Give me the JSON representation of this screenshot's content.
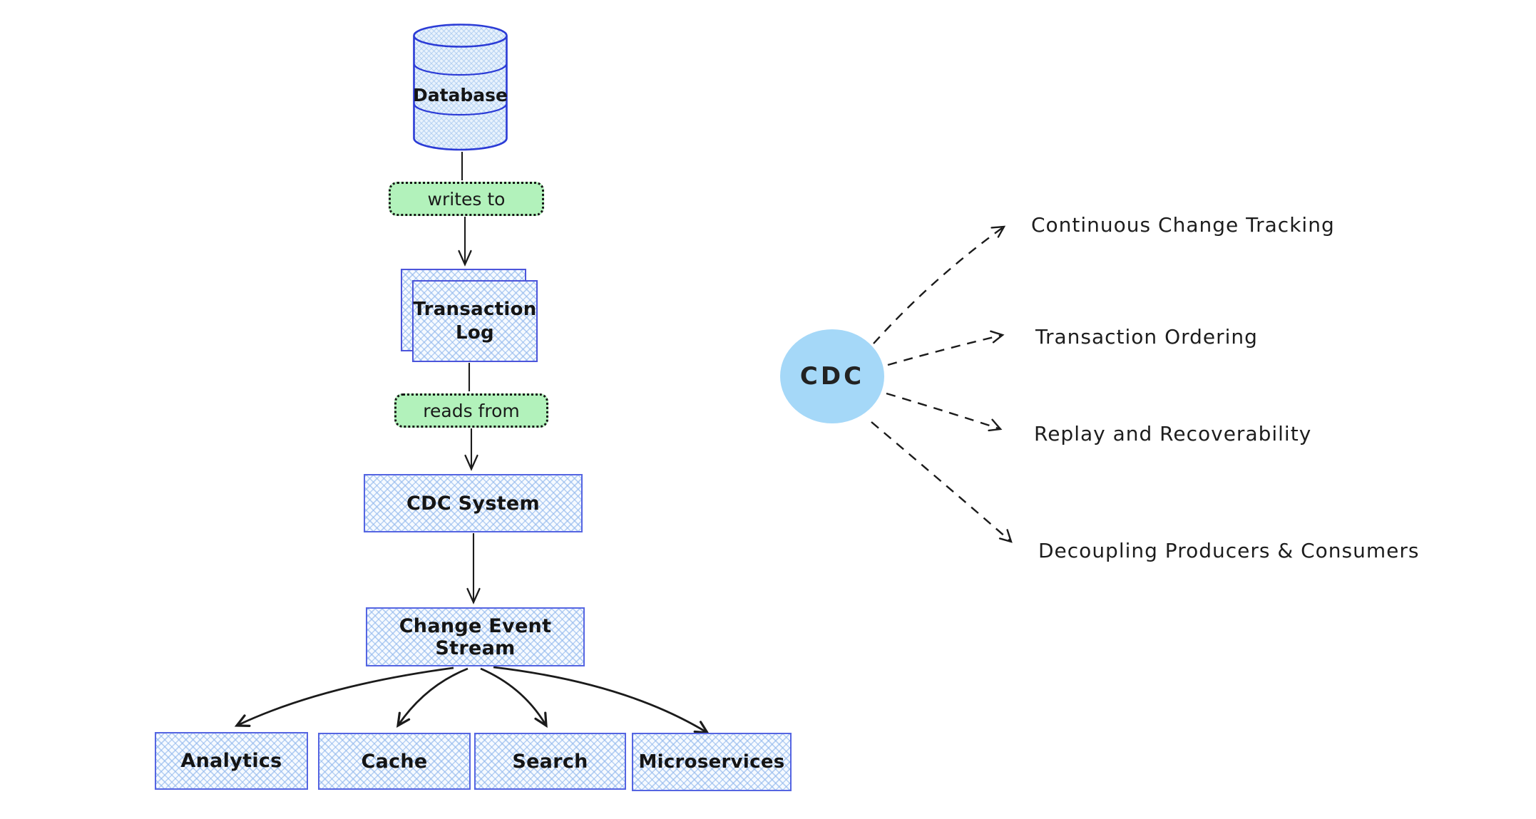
{
  "flow": {
    "database": "Database",
    "writes_to": "writes to",
    "transaction_log": "Transaction Log",
    "reads_from": "reads from",
    "cdc_system": "CDC System",
    "change_event_stream": "Change Event Stream",
    "consumers": [
      "Analytics",
      "Cache",
      "Search",
      "Microservices"
    ]
  },
  "benefits": {
    "hub": "CDC",
    "items": [
      "Continuous Change Tracking",
      "Transaction Ordering",
      "Replay and Recoverability",
      "Decoupling Producers & Consumers"
    ]
  },
  "colors": {
    "ink": "#1b1b1b",
    "node_stroke": "#5565e2",
    "cylinder_stroke": "#2b3bd6",
    "hatch_line": "#8fb6ec",
    "node_base": "#f6faff",
    "edge_label_fill": "#b2f2bb",
    "edge_label_border": "#151515",
    "hub_fill": "#a5d8f8"
  }
}
